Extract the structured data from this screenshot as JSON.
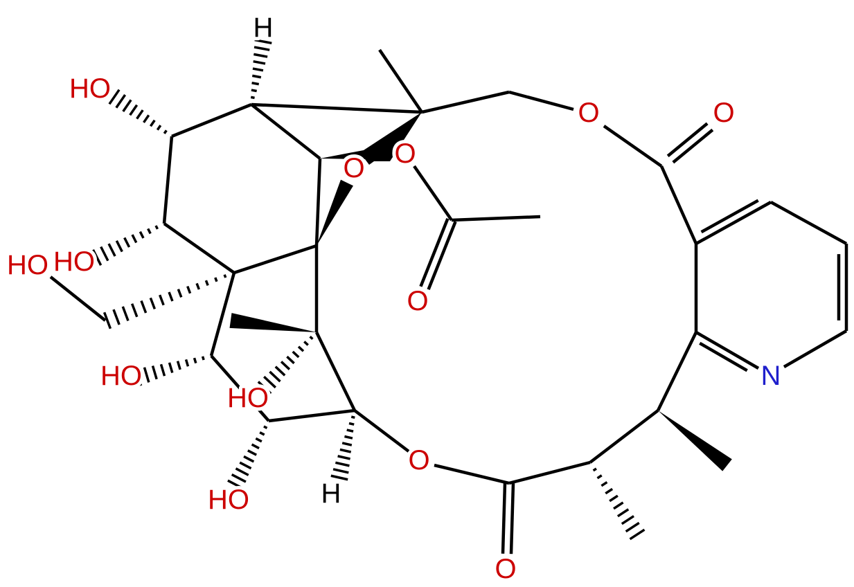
{
  "molecule": {
    "atom_labels": [
      {
        "text": "H",
        "element": "H"
      },
      {
        "text": "HO",
        "element": "O"
      },
      {
        "text": "HO",
        "element": "O"
      },
      {
        "text": "HO",
        "element": "O"
      },
      {
        "text": "O",
        "element": "O"
      },
      {
        "text": "O",
        "element": "O"
      },
      {
        "text": "O",
        "element": "O"
      },
      {
        "text": "O",
        "element": "O"
      },
      {
        "text": "O",
        "element": "O"
      },
      {
        "text": "HO",
        "element": "O"
      },
      {
        "text": "HO",
        "element": "O"
      },
      {
        "text": "N",
        "element": "N"
      },
      {
        "text": "O",
        "element": "O"
      },
      {
        "text": "HO",
        "element": "O"
      },
      {
        "text": "H",
        "element": "H"
      },
      {
        "text": "O",
        "element": "O"
      }
    ],
    "colors": {
      "oxygen": "#cc0000",
      "nitrogen": "#1f1fcc",
      "bond": "#000000"
    }
  }
}
